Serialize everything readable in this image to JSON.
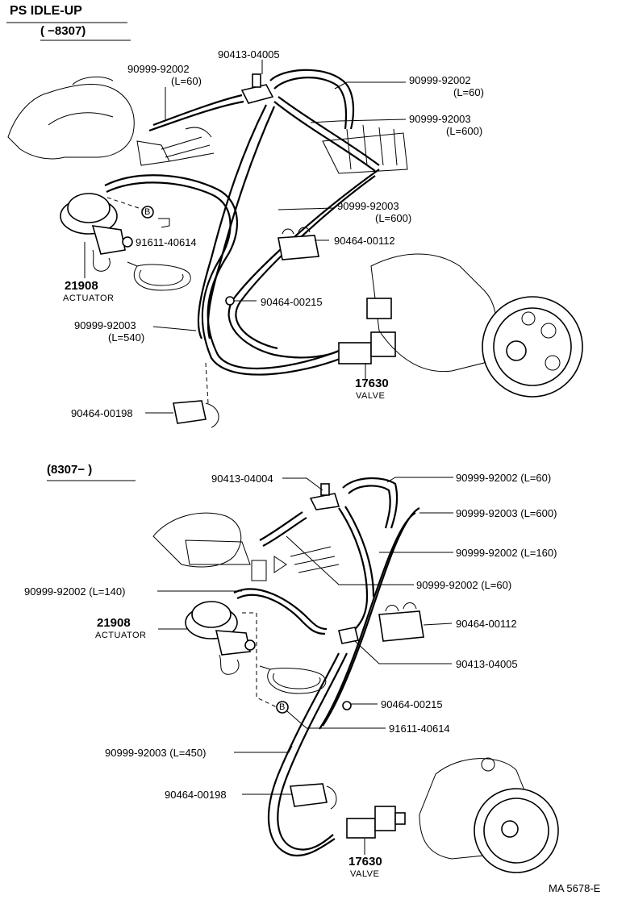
{
  "header": {
    "title": "PS IDLE-UP",
    "range_top": "(      −8307)",
    "range_bottom": "(8307−         )"
  },
  "top": {
    "p_90413_04005": "90413-04005",
    "p_90999_92002_a": "90999-92002",
    "p_90999_92002_a_len": "(L=60)",
    "p_90999_92002_b": "90999-92002",
    "p_90999_92002_b_len": "(L=60)",
    "p_90999_92003_a": "90999-92003",
    "p_90999_92003_a_len": "(L=600)",
    "p_90999_92003_b": "90999-92003",
    "p_90999_92003_b_len": "(L=600)",
    "p_91611_40614": "91611-40614",
    "p_90464_00112": "90464-00112",
    "p_21908": "21908",
    "p_21908_name": "ACTUATOR",
    "p_90464_00215": "90464-00215",
    "p_90999_92003_c": "90999-92003",
    "p_90999_92003_c_len": "(L=540)",
    "p_17630": "17630",
    "p_17630_name": "VALVE",
    "p_90464_00198": "90464-00198",
    "marker_b": "B"
  },
  "bottom": {
    "p_90413_04004": "90413-04004",
    "p_90999_92002_60": "90999-92002 (L=60)",
    "p_90999_92003_600": "90999-92003 (L=600)",
    "p_90999_92002_160": "90999-92002 (L=160)",
    "p_90999_92002_60b": "90999-92002 (L=60)",
    "p_90999_92002_140": "90999-92002 (L=140)",
    "p_21908": "21908",
    "p_21908_name": "ACTUATOR",
    "p_90464_00112": "90464-00112",
    "p_90413_04005": "90413-04005",
    "p_90464_00215": "90464-00215",
    "p_91611_40614": "91611-40614",
    "p_90999_92003_450": "90999-92003 (L=450)",
    "p_90464_00198": "90464-00198",
    "p_17630": "17630",
    "p_17630_name": "VALVE",
    "marker_b": "B"
  },
  "footer": {
    "code": "MA 5678-E"
  }
}
